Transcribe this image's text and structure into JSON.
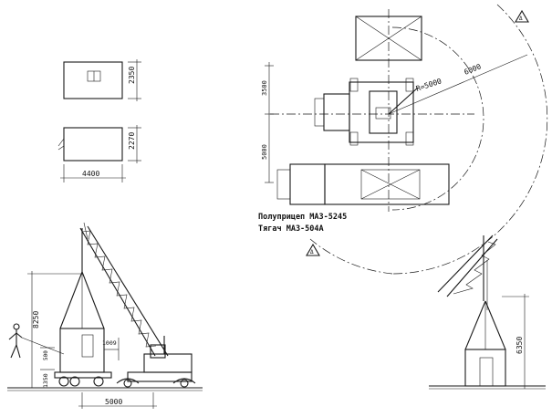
{
  "dims": {
    "cabin_height": "2350",
    "cabin_height2": "2270",
    "cabin_length": "4400",
    "crane_radius": "5000",
    "crane_height": "8250",
    "base_height": "1350",
    "mid_height": "500",
    "small_dim": "1009",
    "right_height": "6350",
    "plan_dim1": "3500",
    "plan_dim2": "5000",
    "plan_radius": "R=5000",
    "plan_outer": "6000"
  },
  "labels": {
    "semitrailer": "Полуприцеп МАЗ-5245",
    "tractor": "Тягач МАЗ-504А"
  }
}
